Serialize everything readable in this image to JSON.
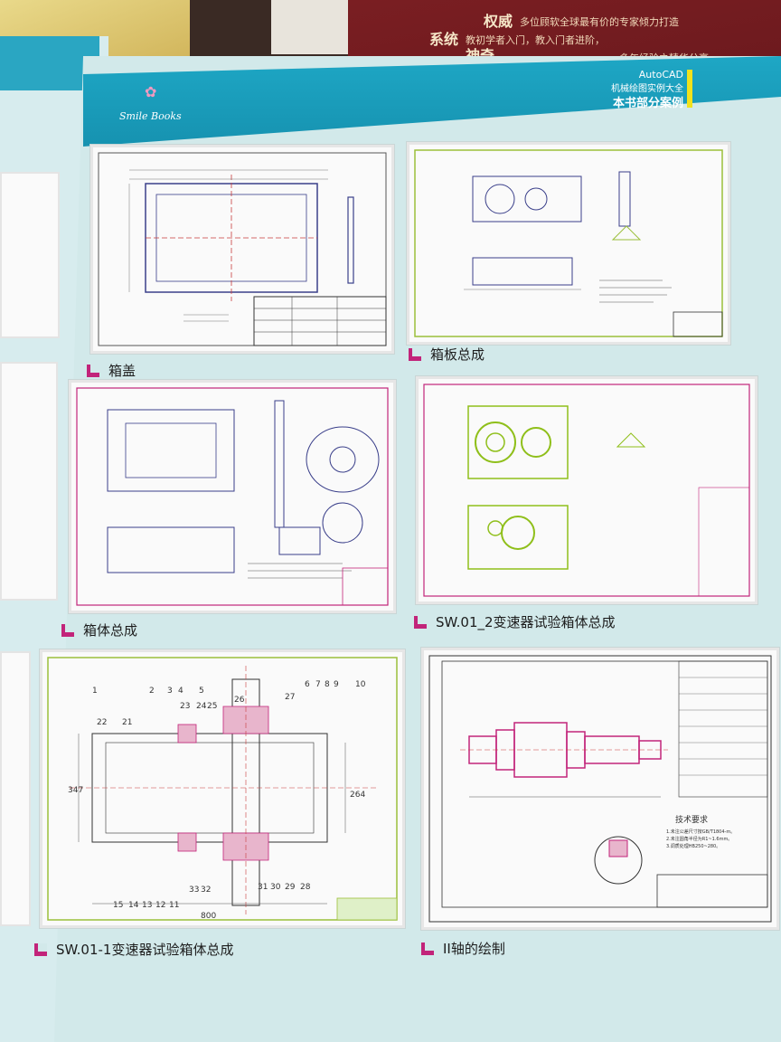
{
  "background": {
    "red_book_lines": [
      {
        "head": "权威",
        "body": "多位顾软全球最有价的专家倾力打造"
      },
      {
        "head": "系统",
        "body": "教初学者入门，教入门者进阶，"
      },
      {
        "head": "神奇",
        "body": "多年经验之精华分享"
      }
    ]
  },
  "header": {
    "logo_text": "Smile Books",
    "line1": "AutoCAD",
    "line2": "机械绘图实例大全",
    "line3": "本书部分案例",
    "accent_color": "#f1e21c",
    "band_color": "#1ea7c5"
  },
  "panels": [
    {
      "caption": "箱盖"
    },
    {
      "caption": "箱板总成"
    },
    {
      "caption": "箱体总成"
    },
    {
      "caption": "SW.01_2变速器试验箱体总成"
    },
    {
      "caption": "SW.01-1变速器试验箱体总成"
    },
    {
      "caption": "II轴的绘制"
    }
  ],
  "drawing_labels": {
    "tech_req_title": "技术要求",
    "tech_req_lines": [
      "1.未注公差尺寸按GB/T1804-m。",
      "2.未注圆角半径为R1~1.6mm。",
      "3.调质处理HB250~280。"
    ],
    "assembly_numbers": [
      "1",
      "2",
      "3",
      "4",
      "5",
      "6",
      "7",
      "8",
      "9",
      "10",
      "21",
      "22",
      "23",
      "24",
      "25",
      "26",
      "27",
      "28",
      "29",
      "30",
      "31",
      "32",
      "33",
      "11",
      "12",
      "13",
      "14",
      "15"
    ],
    "dims": [
      "800",
      "264",
      "347"
    ]
  },
  "marker_color": "#c2247a"
}
